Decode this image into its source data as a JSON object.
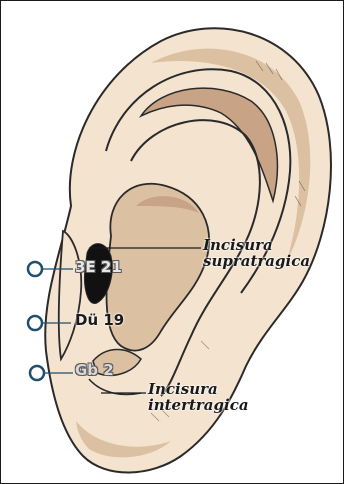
{
  "acupoints": [
    {
      "label": "3E 21",
      "text_color": "#e6e6e6",
      "marker_color": "#1f4e6e"
    },
    {
      "label": "Dü 19",
      "text_color": "#1a1a1a",
      "marker_color": "#1f4e6e"
    },
    {
      "label": "Gb 2",
      "text_color": "#d8d8d8",
      "marker_color": "#1f4e6e"
    }
  ],
  "annotations": {
    "supratragic": {
      "line1": "Incisura",
      "line2": "supratragica"
    },
    "intertragic": {
      "line1": "Incisura",
      "line2": "intertragica"
    }
  },
  "colors": {
    "skin": "#f3e3cf",
    "shade": "#dcc0a2",
    "deep": "#c9a385",
    "outline": "#2a2a2a",
    "cavity": "#111111"
  }
}
